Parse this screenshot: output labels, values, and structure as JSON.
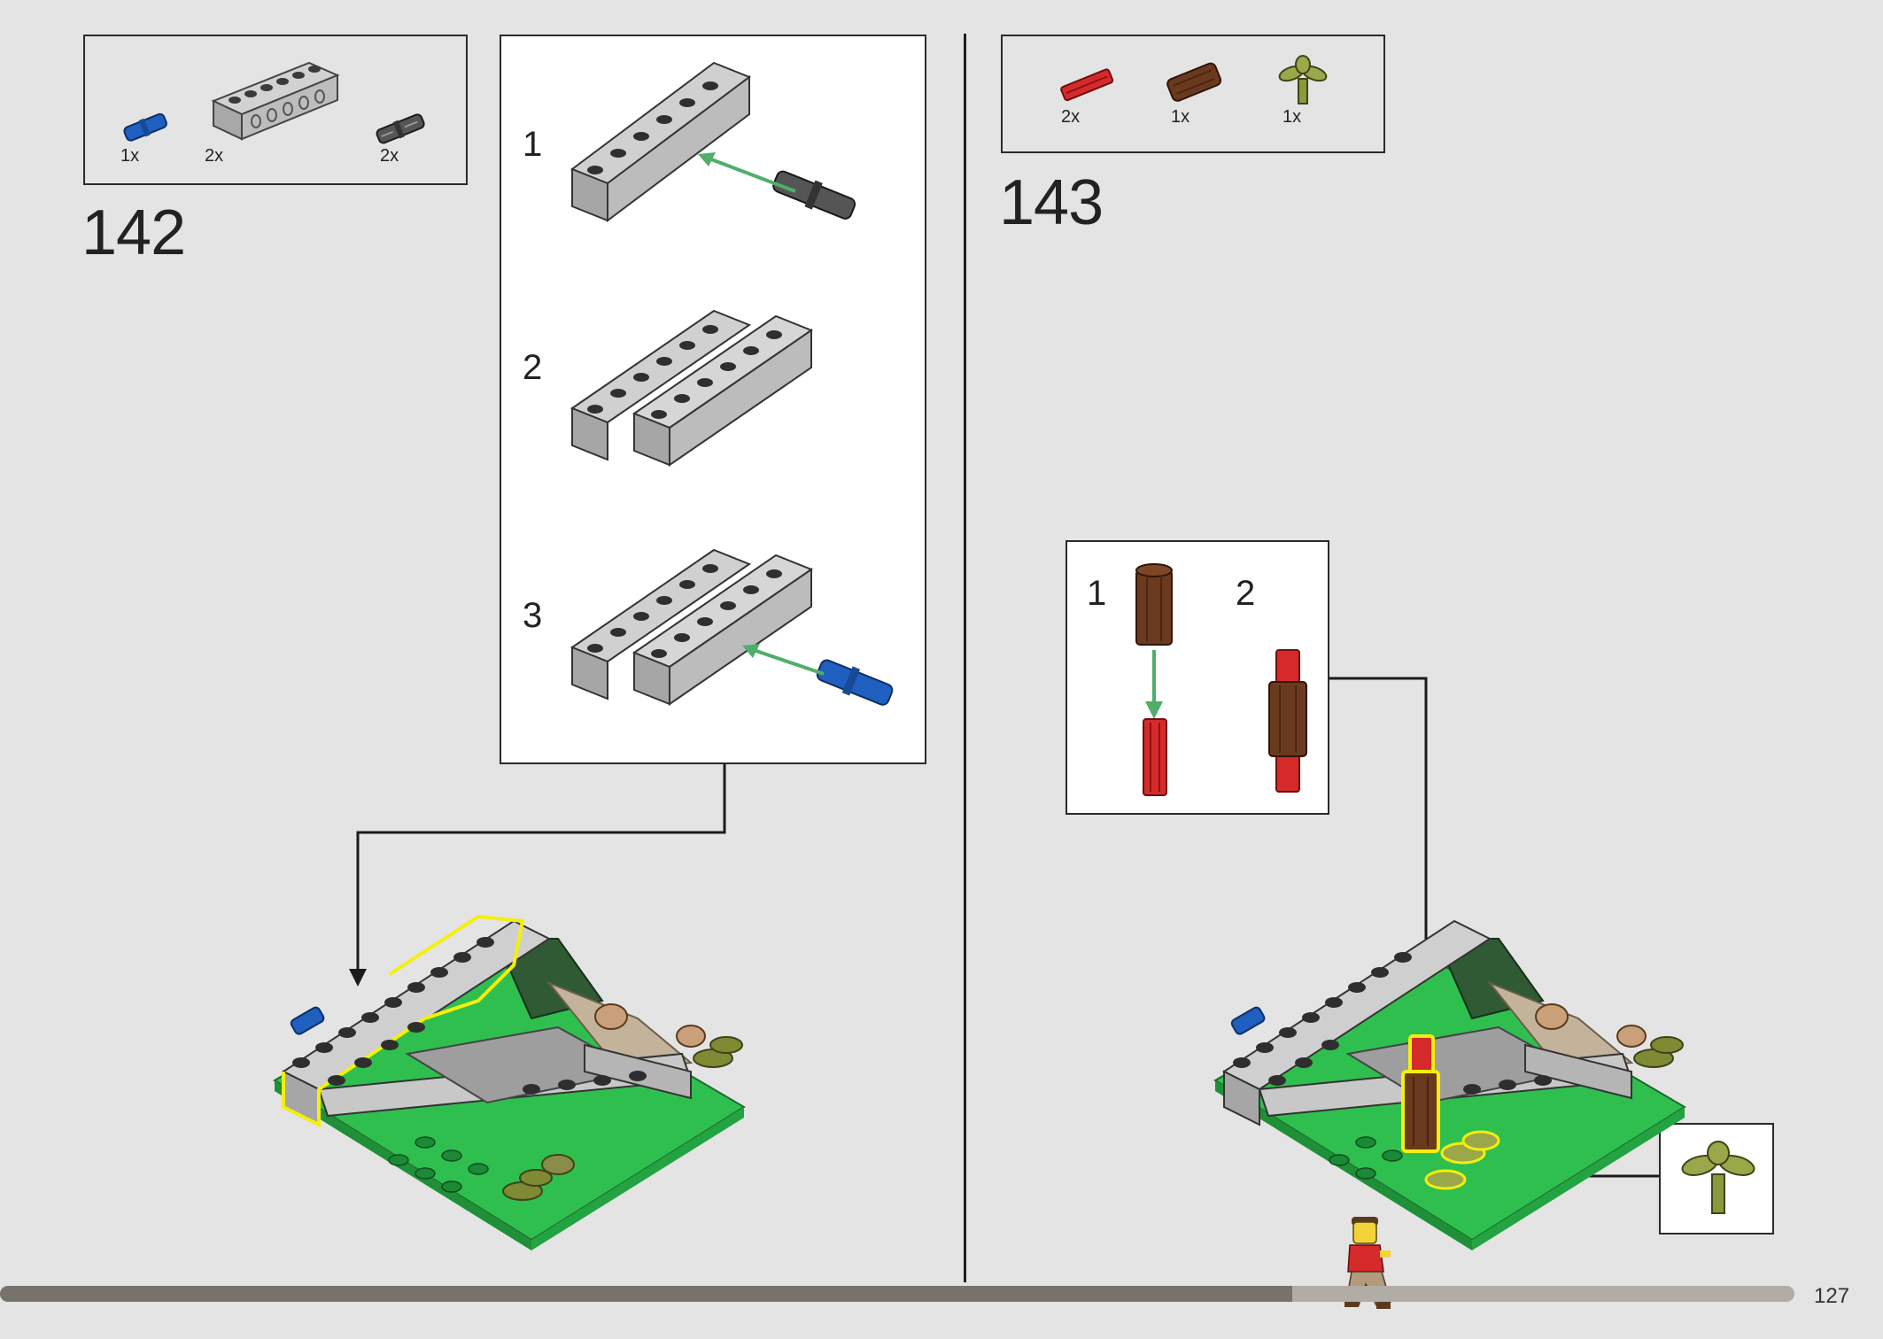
{
  "page": {
    "number": "127"
  },
  "progress": {
    "fraction": 0.72
  },
  "colors": {
    "background": "#e4e4e4",
    "panel": "#ffffff",
    "light_gray_brick": "#b9b9b9",
    "dark_gray_pin": "#4a4a4a",
    "blue_pin": "#1f5fbf",
    "red_axle": "#d62a2a",
    "brown_log": "#6b3a1e",
    "olive_plant": "#9aa84a",
    "green_plate": "#2fbf4f",
    "dark_green": "#2f5a34",
    "tan": "#b9a68a",
    "arrow_green": "#4fae6a",
    "highlight_yellow": "#f5f00a"
  },
  "step142": {
    "number": "142",
    "parts": [
      {
        "icon": "blue-pin-icon",
        "qty": "1x"
      },
      {
        "icon": "gray-technic-brick-icon",
        "qty": "2x"
      },
      {
        "icon": "dark-gray-pin-icon",
        "qty": "2x"
      }
    ],
    "substeps": [
      {
        "number": "1"
      },
      {
        "number": "2"
      },
      {
        "number": "3"
      }
    ]
  },
  "step143": {
    "number": "143",
    "parts": [
      {
        "icon": "red-axle-icon",
        "qty": "2x"
      },
      {
        "icon": "brown-log-icon",
        "qty": "1x"
      },
      {
        "icon": "olive-plant-icon",
        "qty": "1x"
      }
    ],
    "substeps": [
      {
        "number": "1"
      },
      {
        "number": "2"
      }
    ]
  }
}
